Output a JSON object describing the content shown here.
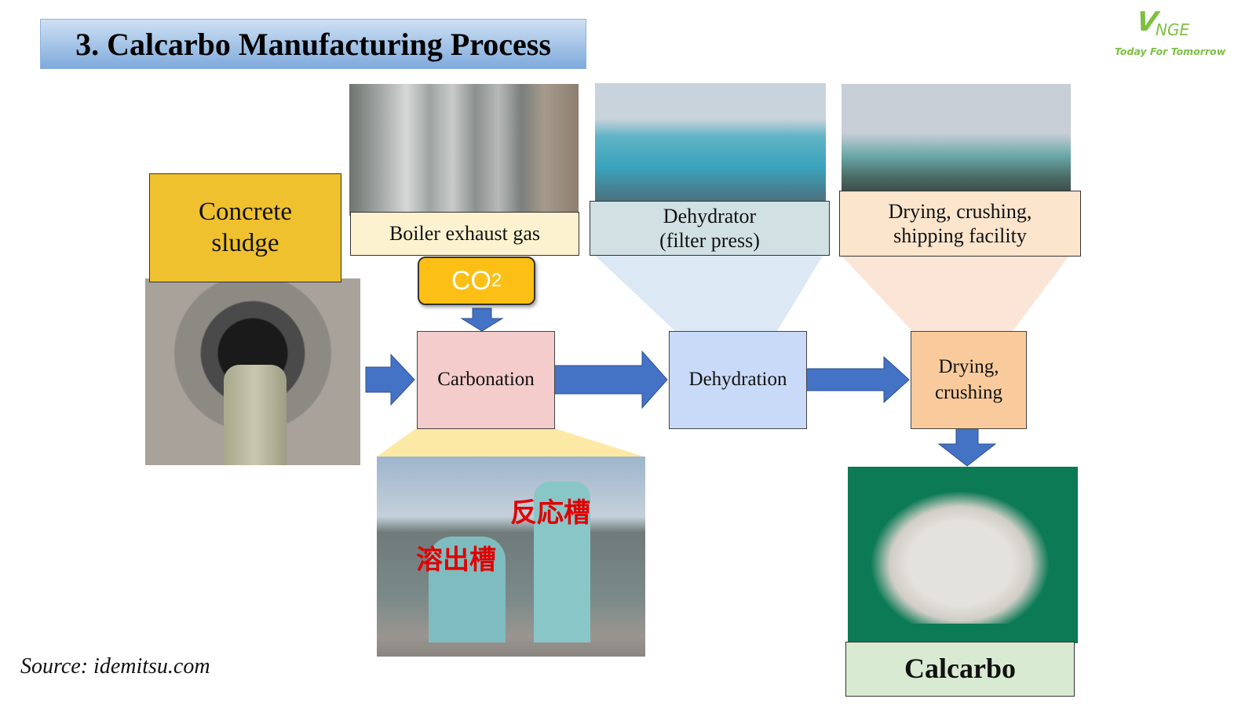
{
  "slide": {
    "title": "3. Calcarbo Manufacturing Process",
    "source": "Source: idemitsu.com"
  },
  "logo": {
    "brand_v": "V",
    "brand_rest": "NGE",
    "tagline": "Today For Tomorrow"
  },
  "inputs": {
    "concrete_sludge": "Concrete sludge",
    "boiler_exhaust": "Boiler exhaust gas",
    "co2_main": "CO",
    "co2_sub": "2"
  },
  "facilities": {
    "dehydrator_line1": "Dehydrator",
    "dehydrator_line2": "(filter press)",
    "drying_line1": "Drying, crushing,",
    "drying_line2": "shipping facility"
  },
  "process_steps": [
    {
      "label": "Carbonation",
      "color": "#f4cccc"
    },
    {
      "label": "Dehydration",
      "color": "#c9daf8"
    },
    {
      "label_line1": "Drying,",
      "label_line2": "crushing",
      "color": "#f9cb9c"
    }
  ],
  "tank_labels": {
    "reaction_tank": "反応槽",
    "elution_tank": "溶出槽"
  },
  "product": {
    "label": "Calcarbo"
  },
  "colors": {
    "arrow": "#4472c4",
    "sludge_box": "#f0c12e",
    "boiler_box": "#fdf2d0",
    "dehydrator_box": "#d0e0e3",
    "drying_facility_box": "#fce5cd",
    "product_box": "#d9ead3",
    "co2_box": "#fbbf16",
    "logo_green": "#7cc142"
  }
}
